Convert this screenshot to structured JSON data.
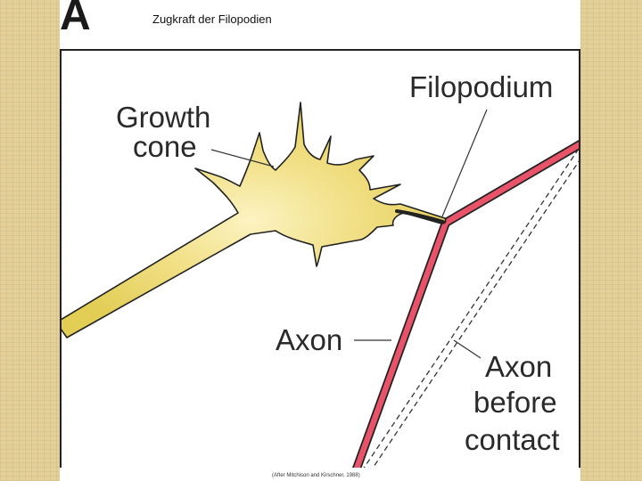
{
  "slide": {
    "title": "Zugkraft der Filopodien",
    "panel_letter": "A",
    "credit": "(After Mitchison and Kirschner, 1988)"
  },
  "labels": {
    "growth": "Growth",
    "cone": "cone",
    "filopodium": "Filopodium",
    "axon": "Axon",
    "axon_before_1": "Axon",
    "axon_before_2": "before",
    "axon_before_3": "contact"
  },
  "colors": {
    "background": "#e3cf9a",
    "growth_cone_fill": "#e8d35c",
    "growth_cone_center": "#fbf3c2",
    "axon_fill": "#e8536a",
    "outline": "#222222"
  }
}
